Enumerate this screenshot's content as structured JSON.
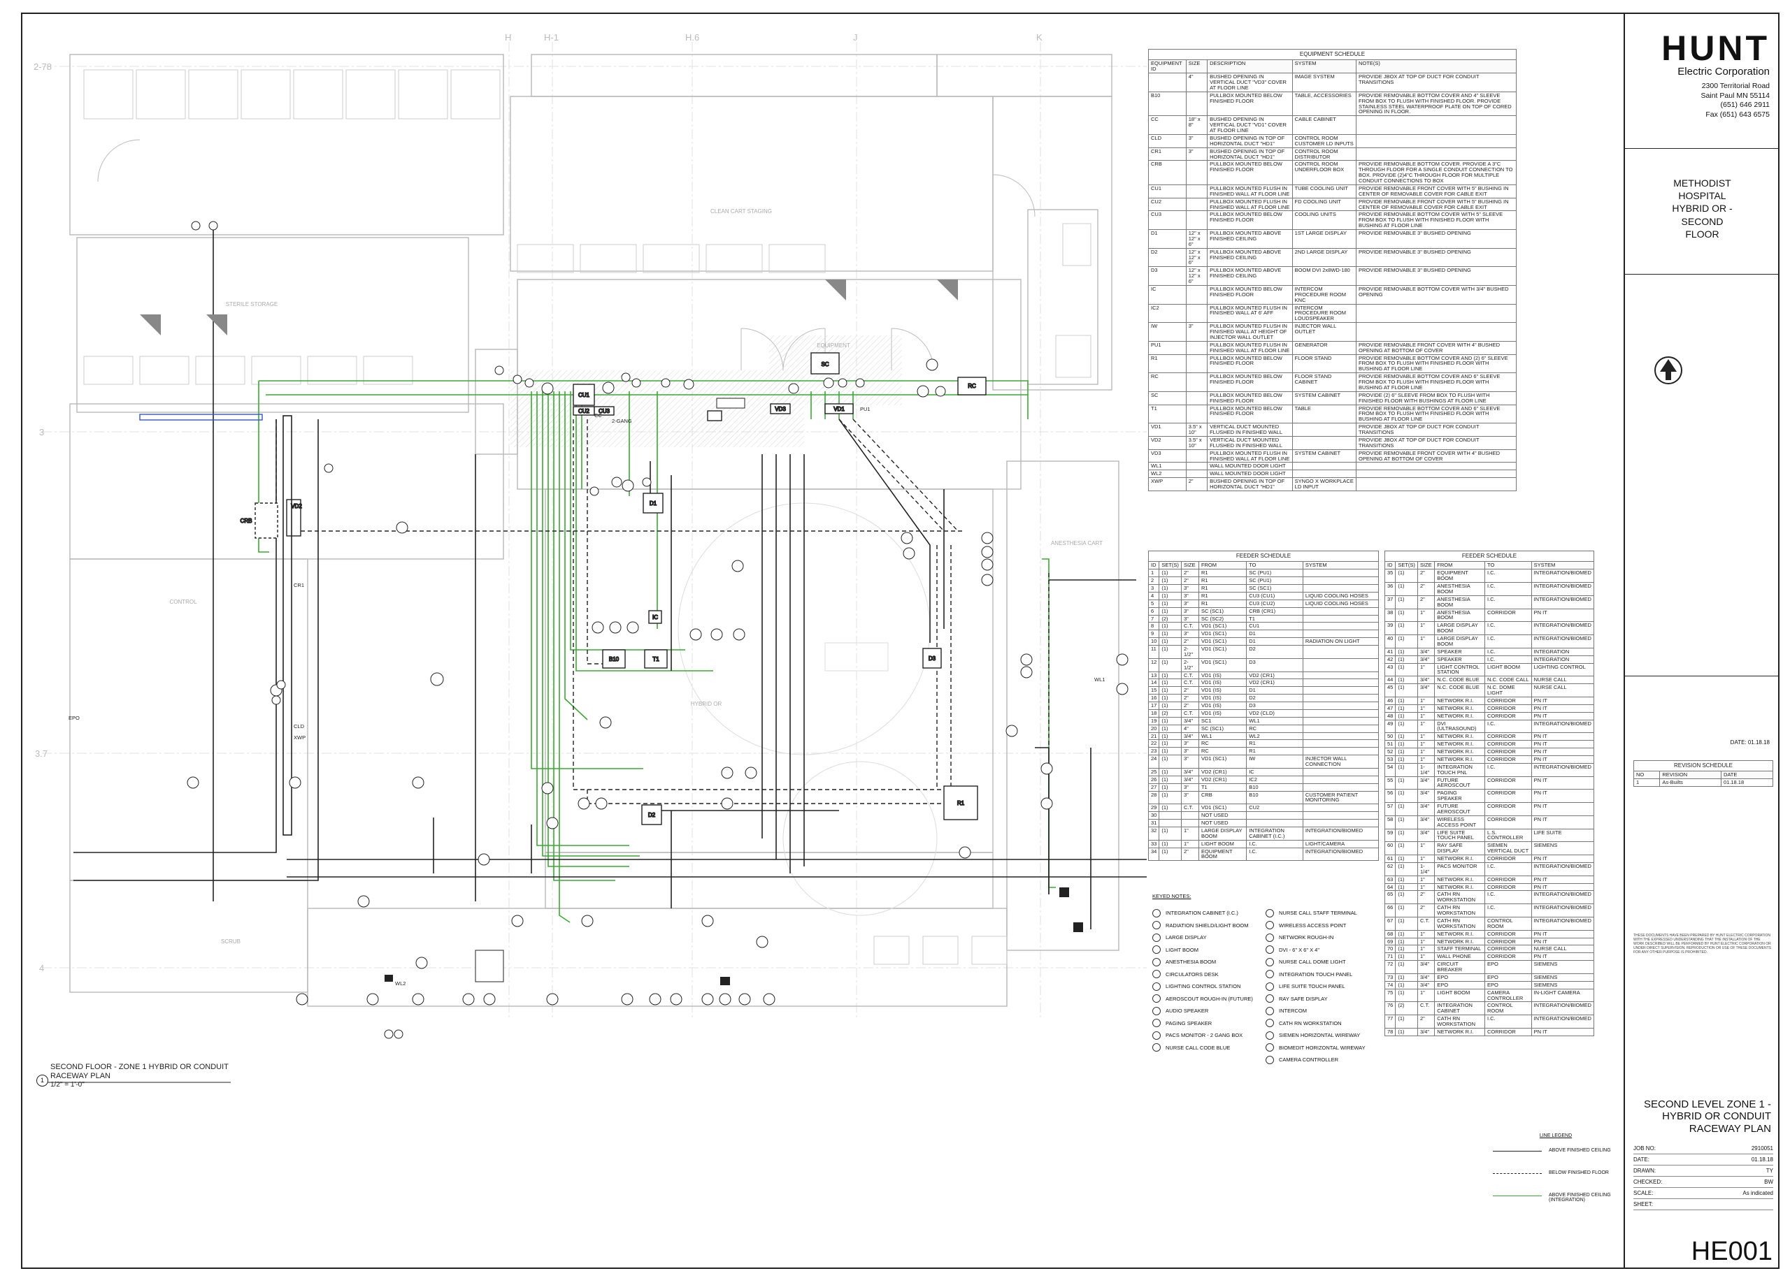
{
  "title_block": {
    "company": "HUNT",
    "subtitle": "Electric Corporation",
    "address1": "2300 Territorial Road",
    "address2": "Saint Paul MN 55114",
    "phone": "(651) 646 2911",
    "fax": "Fax (651) 643 6575",
    "project": [
      "METHODIST",
      "HOSPITAL",
      "HYBRID OR -",
      "SECOND",
      "FLOOR"
    ],
    "date": "DATE: 01.18.18",
    "revision_title": "REVISION SCHEDULE",
    "revision_headers": [
      "NO",
      "REVISION",
      "DATE"
    ],
    "revisions": [
      [
        "1",
        "As-Builts",
        "01.18.18"
      ]
    ],
    "disclaimer": "THESE DOCUMENTS HAVE BEEN PREPARED BY HUNT ELECTRIC CORPORATION WITH THE EXPRESSED UNDERSTANDING THAT THE INSTALLATION OF THE WORK DESCRIBED WILL BE PERFORMED BY HUNT ELECTRIC CORPORATION OR UNDER DIRECT SUPERVISION. REPRODUCTION OR USE OF THESE DOCUMENTS FOR ANY OTHER PURPOSE IS PROHIBITED.",
    "sheet_title": [
      "SECOND LEVEL ZONE 1 -",
      "HYBRID OR CONDUIT",
      "RACEWAY PLAN"
    ],
    "meta": [
      {
        "label": "JOB NO:",
        "value": "2910051"
      },
      {
        "label": "DATE:",
        "value": "01.18.18"
      },
      {
        "label": "DRAWN:",
        "value": "TY"
      },
      {
        "label": "CHECKED:",
        "value": "BW"
      },
      {
        "label": "SCALE:",
        "value": "As indicated"
      },
      {
        "label": "SHEET:",
        "value": ""
      }
    ],
    "sheet_number": "HE001"
  },
  "plan": {
    "title_line1": "SECOND FLOOR - ZONE 1 HYBRID OR CONDUIT",
    "title_line2": "RACEWAY PLAN",
    "scale": "1/2\" = 1'-0\"",
    "view_number": "1",
    "grid_cols": [
      "H",
      "H-1",
      "H.6",
      "J",
      "K"
    ],
    "grid_rows": [
      "2-78",
      "3",
      "3.7",
      "4"
    ],
    "rooms": [
      "CLEAN CART STAGING",
      "STERILE STORAGE",
      "CONTROL",
      "HYBRID OR",
      "SCRUB",
      "ANESTHESIA CART",
      "EQUIPMENT"
    ],
    "labels": [
      "CU1",
      "CU2",
      "CU3",
      "SC",
      "RC",
      "VD1",
      "VD2",
      "VD3",
      "D1",
      "D2",
      "D3",
      "B10",
      "T1",
      "IC",
      "R1",
      "CRB",
      "CLD",
      "XWP",
      "CC",
      "PU1",
      "WL1",
      "WL2",
      "EPO",
      "2-GANG"
    ]
  },
  "equipment_schedule": {
    "title": "EQUIPMENT SCHEDULE",
    "headers": [
      "EQUIPMENT ID",
      "SIZE",
      "DESCRIPTION",
      "SYSTEM",
      "NOTE(S)"
    ],
    "rows": [
      [
        "",
        "4\"",
        "BUSHED OPENING IN VERTICAL DUCT \"VD3\" COVER AT FLOOR LINE",
        "IMAGE SYSTEM",
        "PROVIDE JBOX AT TOP OF DUCT FOR CONDUIT TRANSITIONS"
      ],
      [
        "B10",
        "",
        "PULLBOX MOUNTED BELOW FINISHED FLOOR",
        "TABLE, ACCESSORIES",
        "PROVIDE REMOVABLE BOTTOM COVER AND 4\" SLEEVE FROM BOX TO FLUSH WITH FINISHED FLOOR. PROVIDE STAINLESS STEEL WATERPROOF PLATE ON TOP OF CORED OPENING IN FLOOR."
      ],
      [
        "CC",
        "18\" x 8\"",
        "BUSHED OPENING IN VERTICAL DUCT \"VD1\" COVER AT FLOOR LINE",
        "CABLE CABINET",
        ""
      ],
      [
        "CLD",
        "3\"",
        "BUSHED OPENING IN TOP OF HORIZONTAL DUCT \"HD1\"",
        "CONTROL ROOM CUSTOMER LD INPUTS",
        ""
      ],
      [
        "CR1",
        "3\"",
        "BUSHED OPENING IN TOP OF HORIZONTAL DUCT \"HD1\"",
        "CONTROL ROOM DISTRIBUTOR",
        ""
      ],
      [
        "CRB",
        "",
        "PULLBOX MOUNTED BELOW FINISHED FLOOR",
        "CONTROL ROOM UNDERFLOOR BOX",
        "PROVIDE REMOVABLE BOTTOM COVER. PROVIDE A 3\"C THROUGH FLOOR FOR A SINGLE CONDUIT CONNECTION TO BOX. PROVIDE (2)4\"C THROUGH FLOOR FOR MULTIPLE CONDUIT CONNECTIONS TO BOX"
      ],
      [
        "CU1",
        "",
        "PULLBOX MOUNTED FLUSH IN FINISHED WALL AT FLOOR LINE",
        "TUBE COOLING UNIT",
        "PROVIDE REMOVABLE FRONT COVER WITH 5\" BUSHING IN CENTER OF REMOVABLE COVER FOR CABLE EXIT"
      ],
      [
        "CU2",
        "",
        "PULLBOX MOUNTED FLUSH IN FINISHED WALL AT FLOOR LINE",
        "FD COOLING UNIT",
        "PROVIDE REMOVABLE FRONT COVER WITH 5\" BUSHING IN CENTER OF REMOVABLE COVER FOR CABLE EXIT"
      ],
      [
        "CU3",
        "",
        "PULLBOX MOUNTED BELOW FINISHED FLOOR",
        "COOLING UNITS",
        "PROVIDE REMOVABLE BOTTOM COVER WITH 5\" SLEEVE FROM BOX TO FLUSH WITH FINISHED FLOOR WITH BUSHING AT FLOOR LINE"
      ],
      [
        "D1",
        "12\" x 12\" x 6\"",
        "PULLBOX MOUNTED ABOVE FINISHED CEILING",
        "1ST LARGE DISPLAY",
        "PROVIDE REMOVABLE 3\" BUSHED OPENING"
      ],
      [
        "D2",
        "12\" x 12\" x 6\"",
        "PULLBOX MOUNTED ABOVE FINISHED CEILING",
        "2ND LARGE DISPLAY",
        "PROVIDE REMOVABLE 3\" BUSHED OPENING"
      ],
      [
        "D3",
        "12\" x 12\" x 6\"",
        "PULLBOX MOUNTED ABOVE FINISHED CEILING",
        "BOOM DVI 2x8WD-180",
        "PROVIDE REMOVABLE 3\" BUSHED OPENING"
      ],
      [
        "IC",
        "",
        "PULLBOX MOUNTED BELOW FINISHED FLOOR",
        "INTERCOM PROCEDURE ROOM KNC",
        "PROVIDE REMOVABLE BOTTOM COVER WITH 3/4\" BUSHED OPENING"
      ],
      [
        "IC2",
        "",
        "PULLBOX MOUNTED FLUSH IN FINISHED WALL AT 6' AFF",
        "INTERCOM PROCEDURE ROOM LOUDSPEAKER",
        ""
      ],
      [
        "IW",
        "3\"",
        "PULLBOX MOUNTED FLUSH IN FINISHED WALL AT HEIGHT OF INJECTOR WALL OUTLET",
        "INJECTOR WALL OUTLET",
        ""
      ],
      [
        "PU1",
        "",
        "PULLBOX MOUNTED FLUSH IN FINISHED WALL AT FLOOR LINE",
        "GENERATOR",
        "PROVIDE REMOVABLE FRONT COVER WITH 4\" BUSHED OPENING AT BOTTOM OF COVER"
      ],
      [
        "R1",
        "",
        "PULLBOX MOUNTED BELOW FINISHED FLOOR",
        "FLOOR STAND",
        "PROVIDE REMOVABLE BOTTOM COVER AND (2) 6\" SLEEVE FROM BOX TO FLUSH WITH FINISHED FLOOR WITH BUSHING AT FLOOR LINE"
      ],
      [
        "RC",
        "",
        "PULLBOX MOUNTED BELOW FINISHED FLOOR",
        "FLOOR STAND CABINET",
        "PROVIDE REMOVABLE BOTTOM COVER AND 6\" SLEEVE FROM BOX TO FLUSH WITH FINISHED FLOOR WITH BUSHING AT FLOOR LINE"
      ],
      [
        "SC",
        "",
        "PULLBOX MOUNTED BELOW FINISHED FLOOR",
        "SYSTEM CABINET",
        "PROVIDE (2) 6\" SLEEVE FROM BOX TO FLUSH WITH FINISHED FLOOR WITH BUSHINGS AT FLOOR LINE"
      ],
      [
        "T1",
        "",
        "PULLBOX MOUNTED BELOW FINISHED FLOOR",
        "TABLE",
        "PROVIDE REMOVABLE BOTTOM COVER AND 6\" SLEEVE FROM BOX TO FLUSH WITH FINISHED FLOOR WITH BUSHING AT FLOOR LINE"
      ],
      [
        "VD1",
        "3.5\" x 10\"",
        "VERTICAL DUCT MOUNTED FLUSHED IN FINISHED WALL",
        "",
        "PROVIDE JBOX AT TOP OF DUCT FOR CONDUIT TRANSITIONS"
      ],
      [
        "VD2",
        "3.5\" x 10\"",
        "VERTICAL DUCT MOUNTED FLUSHED IN FINISHED WALL",
        "",
        "PROVIDE JBOX AT TOP OF DUCT FOR CONDUIT TRANSITIONS"
      ],
      [
        "VD3",
        "",
        "PULLBOX MOUNTED FLUSH IN FINISHED WALL AT FLOOR LINE",
        "SYSTEM CABINET",
        "PROVIDE REMOVABLE FRONT COVER WITH 4\" BUSHED OPENING AT BOTTOM OF COVER"
      ],
      [
        "WL1",
        "",
        "WALL MOUNTED DOOR LIGHT",
        "",
        ""
      ],
      [
        "WL2",
        "",
        "WALL MOUNTED DOOR LIGHT",
        "",
        ""
      ],
      [
        "XWP",
        "2\"",
        "BUSHED OPENING IN TOP OF HORIZONTAL DUCT \"HD1\"",
        "SYNGO X WORKPLACE LD INPUT",
        ""
      ]
    ]
  },
  "feeder_schedule_a": {
    "title": "FEEDER SCHEDULE",
    "headers": [
      "ID",
      "SET(S)",
      "SIZE",
      "FROM",
      "TO",
      "SYSTEM"
    ],
    "rows": [
      [
        "1",
        "(1)",
        "2\"",
        "R1",
        "SC (PU1)",
        ""
      ],
      [
        "2",
        "(1)",
        "2\"",
        "R1",
        "SC (PU1)",
        ""
      ],
      [
        "3",
        "(1)",
        "3\"",
        "R1",
        "SC (SC1)",
        ""
      ],
      [
        "4",
        "(1)",
        "3\"",
        "R1",
        "CU3 (CU1)",
        "LIQUID COOLING HOSES"
      ],
      [
        "5",
        "(1)",
        "3\"",
        "R1",
        "CU3 (CU2)",
        "LIQUID COOLING HOSES"
      ],
      [
        "6",
        "(1)",
        "3\"",
        "SC (SC1)",
        "CRB (CR1)",
        ""
      ],
      [
        "7",
        "(2)",
        "3\"",
        "SC (SC2)",
        "T1",
        ""
      ],
      [
        "8",
        "(1)",
        "C.T.",
        "VD1 (SC1)",
        "CU1",
        ""
      ],
      [
        "9",
        "(1)",
        "3\"",
        "VD1 (SC1)",
        "D1",
        ""
      ],
      [
        "10",
        "(1)",
        "2\"",
        "VD1 (SC1)",
        "D1",
        "RADIATION ON LIGHT"
      ],
      [
        "11",
        "(1)",
        "2-1/2\"",
        "VD1 (SC1)",
        "D2",
        ""
      ],
      [
        "12",
        "(1)",
        "2-1/2\"",
        "VD1 (SC1)",
        "D3",
        ""
      ],
      [
        "13",
        "(1)",
        "C.T.",
        "VD1 (IS)",
        "VD2 (CR1)",
        ""
      ],
      [
        "14",
        "(1)",
        "C.T.",
        "VD1 (IS)",
        "VD2 (CR1)",
        ""
      ],
      [
        "15",
        "(1)",
        "2\"",
        "VD1 (IS)",
        "D1",
        ""
      ],
      [
        "16",
        "(1)",
        "2\"",
        "VD1 (IS)",
        "D2",
        ""
      ],
      [
        "17",
        "(1)",
        "2\"",
        "VD1 (IS)",
        "D3",
        ""
      ],
      [
        "18",
        "(2)",
        "C.T.",
        "VD1 (IS)",
        "VD2 (CLD)",
        ""
      ],
      [
        "19",
        "(1)",
        "3/4\"",
        "SC1",
        "WL1",
        ""
      ],
      [
        "20",
        "(1)",
        "4\"",
        "SC (SC1)",
        "RC",
        ""
      ],
      [
        "21",
        "(1)",
        "3/4\"",
        "WL1",
        "WL2",
        ""
      ],
      [
        "22",
        "(1)",
        "3\"",
        "RC",
        "R1",
        ""
      ],
      [
        "23",
        "(1)",
        "3\"",
        "RC",
        "R1",
        ""
      ],
      [
        "24",
        "(1)",
        "3\"",
        "VD1 (SC1)",
        "IW",
        "INJECTOR WALL CONNECTION"
      ],
      [
        "25",
        "(1)",
        "3/4\"",
        "VD2 (CR1)",
        "IC",
        ""
      ],
      [
        "26",
        "(1)",
        "3/4\"",
        "VD2 (CR1)",
        "IC2",
        ""
      ],
      [
        "27",
        "(1)",
        "3\"",
        "T1",
        "B10",
        ""
      ],
      [
        "28",
        "(1)",
        "3\"",
        "CRB",
        "B10",
        "CUSTOMER PATIENT MONITORING"
      ],
      [
        "29",
        "(1)",
        "C.T.",
        "VD1 (SC1)",
        "CU2",
        ""
      ],
      [
        "30",
        "",
        "",
        "NOT USED",
        "",
        ""
      ],
      [
        "31",
        "",
        "",
        "NOT USED",
        "",
        ""
      ],
      [
        "32",
        "(1)",
        "1\"",
        "LARGE DISPLAY BOOM",
        "INTEGRATION CABINET (I.C.)",
        "INTEGRATION/BIOMED"
      ],
      [
        "33",
        "(1)",
        "1\"",
        "LIGHT BOOM",
        "I.C.",
        "LIGHT/CAMERA"
      ],
      [
        "34",
        "(1)",
        "2\"",
        "EQUIPMENT BOOM",
        "I.C.",
        "INTEGRATION/BIOMED"
      ]
    ]
  },
  "feeder_schedule_b": {
    "title": "FEEDER SCHEDULE",
    "headers": [
      "ID",
      "SET(S)",
      "SIZE",
      "FROM",
      "TO",
      "SYSTEM"
    ],
    "rows": [
      [
        "35",
        "(1)",
        "2\"",
        "EQUIPMENT BOOM",
        "I.C.",
        "INTEGRATION/BIOMED"
      ],
      [
        "36",
        "(1)",
        "2\"",
        "ANESTHESIA BOOM",
        "I.C.",
        "INTEGRATION/BIOMED"
      ],
      [
        "37",
        "(1)",
        "2\"",
        "ANESTHESIA BOOM",
        "I.C.",
        "INTEGRATION/BIOMED"
      ],
      [
        "38",
        "(1)",
        "1\"",
        "ANESTHESIA BOOM",
        "CORRIDOR",
        "PN IT"
      ],
      [
        "39",
        "(1)",
        "1\"",
        "LARGE DISPLAY BOOM",
        "I.C.",
        "INTEGRATION/BIOMED"
      ],
      [
        "40",
        "(1)",
        "1\"",
        "LARGE DISPLAY BOOM",
        "I.C.",
        "INTEGRATION/BIOMED"
      ],
      [
        "41",
        "(1)",
        "3/4\"",
        "SPEAKER",
        "I.C.",
        "INTEGRATION"
      ],
      [
        "42",
        "(1)",
        "3/4\"",
        "SPEAKER",
        "I.C.",
        "INTEGRATION"
      ],
      [
        "43",
        "(1)",
        "1\"",
        "LIGHT CONTROL STATION",
        "LIGHT BOOM",
        "LIGHTING CONTROL"
      ],
      [
        "44",
        "(1)",
        "3/4\"",
        "N.C. CODE BLUE",
        "N.C. CODE CALL",
        "NURSE CALL"
      ],
      [
        "45",
        "(1)",
        "3/4\"",
        "N.C. CODE BLUE",
        "N.C. DOME LIGHT",
        "NURSE CALL"
      ],
      [
        "46",
        "(1)",
        "1\"",
        "NETWORK R.I.",
        "CORRIDOR",
        "PN IT"
      ],
      [
        "47",
        "(1)",
        "1\"",
        "NETWORK R.I.",
        "CORRIDOR",
        "PN IT"
      ],
      [
        "48",
        "(1)",
        "1\"",
        "NETWORK R.I.",
        "CORRIDOR",
        "PN IT"
      ],
      [
        "49",
        "(1)",
        "1\"",
        "DVI (ULTRASOUND)",
        "I.C.",
        "INTEGRATION/BIOMED"
      ],
      [
        "50",
        "(1)",
        "1\"",
        "NETWORK R.I.",
        "CORRIDOR",
        "PN IT"
      ],
      [
        "51",
        "(1)",
        "1\"",
        "NETWORK R.I.",
        "CORRIDOR",
        "PN IT"
      ],
      [
        "52",
        "(1)",
        "1\"",
        "NETWORK R.I.",
        "CORRIDOR",
        "PN IT"
      ],
      [
        "53",
        "(1)",
        "1\"",
        "NETWORK R.I.",
        "CORRIDOR",
        "PN IT"
      ],
      [
        "54",
        "(1)",
        "1-1/4\"",
        "INTEGRATION TOUCH PNL",
        "I.C.",
        "INTEGRATION/BIOMED"
      ],
      [
        "55",
        "(1)",
        "3/4\"",
        "FUTURE AEROSCOUT",
        "CORRIDOR",
        "PN IT"
      ],
      [
        "56",
        "(1)",
        "3/4\"",
        "PAGING SPEAKER",
        "CORRIDOR",
        "PN IT"
      ],
      [
        "57",
        "(1)",
        "3/4\"",
        "FUTURE AEROSCOUT",
        "CORRIDOR",
        "PN IT"
      ],
      [
        "58",
        "(1)",
        "3/4\"",
        "WIRELESS ACCESS POINT",
        "CORRIDOR",
        "PN IT"
      ],
      [
        "59",
        "(1)",
        "3/4\"",
        "LIFE SUITE TOUCH PANEL",
        "L.S. CONTROLLER",
        "LIFE SUITE"
      ],
      [
        "60",
        "(1)",
        "1\"",
        "RAY SAFE DISPLAY",
        "SIEMEN VERTICAL DUCT",
        "SIEMENS"
      ],
      [
        "61",
        "(1)",
        "1\"",
        "NETWORK R.I.",
        "CORRIDOR",
        "PN IT"
      ],
      [
        "62",
        "(1)",
        "1-1/4\"",
        "PACS MONITOR",
        "I.C.",
        "INTEGRATION/BIOMED"
      ],
      [
        "63",
        "(1)",
        "1\"",
        "NETWORK R.I.",
        "CORRIDOR",
        "PN IT"
      ],
      [
        "64",
        "(1)",
        "1\"",
        "NETWORK R.I.",
        "CORRIDOR",
        "PN IT"
      ],
      [
        "65",
        "(1)",
        "2\"",
        "CATH RN WORKSTATION",
        "I.C.",
        "INTEGRATION/BIOMED"
      ],
      [
        "66",
        "(1)",
        "2\"",
        "CATH RN WORKSTATION",
        "I.C.",
        "INTEGRATION/BIOMED"
      ],
      [
        "67",
        "(1)",
        "C.T.",
        "CATH RN WORKSTATION",
        "CONTROL ROOM",
        "INTEGRATION/BIOMED"
      ],
      [
        "68",
        "(1)",
        "1\"",
        "NETWORK R.I.",
        "CORRIDOR",
        "PN IT"
      ],
      [
        "69",
        "(1)",
        "1\"",
        "NETWORK R.I.",
        "CORRIDOR",
        "PN IT"
      ],
      [
        "70",
        "(1)",
        "1\"",
        "STAFF TERMINAL",
        "CORRIDOR",
        "NURSE CALL"
      ],
      [
        "71",
        "(1)",
        "1\"",
        "WALL PHONE",
        "CORRIDOR",
        "PN IT"
      ],
      [
        "72",
        "(1)",
        "3/4\"",
        "CIRCUIT BREAKER",
        "EPO",
        "SIEMENS"
      ],
      [
        "73",
        "(1)",
        "3/4\"",
        "EPO",
        "EPO",
        "SIEMENS"
      ],
      [
        "74",
        "(1)",
        "3/4\"",
        "EPO",
        "EPO",
        "SIEMENS"
      ],
      [
        "75",
        "(1)",
        "1\"",
        "LIGHT BOOM",
        "CAMERA CONTROLLER",
        "IN-LIGHT CAMERA"
      ],
      [
        "76",
        "(2)",
        "C.T.",
        "INTEGRATION CABINET",
        "CONTROL ROOM",
        "INTEGRATION/BIOMED"
      ],
      [
        "77",
        "(1)",
        "2\"",
        "CATH RN WORKSTATION",
        "I.C.",
        "INTEGRATION/BIOMED"
      ],
      [
        "78",
        "(1)",
        "3/4\"",
        "NETWORK R.I.",
        "CORRIDOR",
        "PN IT"
      ]
    ]
  },
  "keyed_notes": {
    "title": "KEYED NOTES:",
    "left": [
      "INTEGRATION CABINET (I.C.)",
      "RADIATION SHIELD/LIGHT BOOM",
      "LARGE DISPLAY",
      "LIGHT BOOM",
      "ANESTHESIA BOOM",
      "CIRCULATORS DESK",
      "LIGHTING CONTROL STATION",
      "AEROSCOUT ROUGH-IN (FUTURE)",
      "AUDIO SPEAKER",
      "PAGING SPEAKER",
      "PACS MONITOR - 2 GANG BOX",
      "NURSE CALL CODE BLUE"
    ],
    "right": [
      "NURSE CALL STAFF TERMINAL",
      "WIRELESS ACCESS POINT",
      "NETWORK ROUGH-IN",
      "DVI - 6\" X 6\" X 4\"",
      "NURSE CALL DOME LIGHT",
      "INTEGRATION TOUCH PANEL",
      "LIFE SUITE TOUCH PANEL",
      "RAY SAFE DISPLAY",
      "INTERCOM",
      "CATH RN WORKSTATION",
      "SIEMEN HORIZONTAL WIREWAY",
      "BIOMEDIT HORIZONTAL WIREWAY",
      "CAMERA CONTROLLER"
    ]
  },
  "line_legend": {
    "title": "LINE LEGEND",
    "items": [
      {
        "label": "ABOVE FINISHED CEILING",
        "color": "#222222",
        "style": "solid"
      },
      {
        "label": "BELOW FINISHED FLOOR",
        "color": "#222222",
        "style": "dashed"
      },
      {
        "label": "ABOVE FINISHED CEILING (INTEGRATION)",
        "color": "#3aa832",
        "style": "solid"
      }
    ]
  },
  "colors": {
    "integration": "#3aa832",
    "wall": "#b8b8b8",
    "ink": "#222222",
    "accent_blue": "#3355cc"
  }
}
